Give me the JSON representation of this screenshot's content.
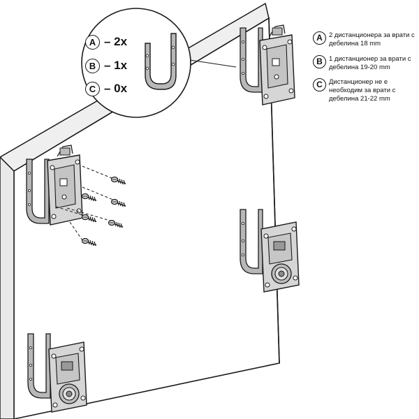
{
  "zoom": {
    "items": [
      {
        "letter": "A",
        "count": "– 2x"
      },
      {
        "letter": "B",
        "count": "– 1x"
      },
      {
        "letter": "C",
        "count": "– 0x"
      }
    ]
  },
  "legend": {
    "items": [
      {
        "letter": "A",
        "text": "2 дистанционера за врати с дебелина 18 mm"
      },
      {
        "letter": "B",
        "text": "1 дистанционер за врати с дебелина 19-20 mm"
      },
      {
        "letter": "C",
        "text": "Дистанционер не е необходим за врати с дебелина 21-22 mm"
      }
    ]
  },
  "colors": {
    "line": "#1a1a1a",
    "door_front": "#ffffff",
    "door_edge": "#e9e9e9",
    "metal": "#cfcfcf",
    "metal_dark": "#9a9a9a",
    "spacer": "#b8b8b8"
  }
}
